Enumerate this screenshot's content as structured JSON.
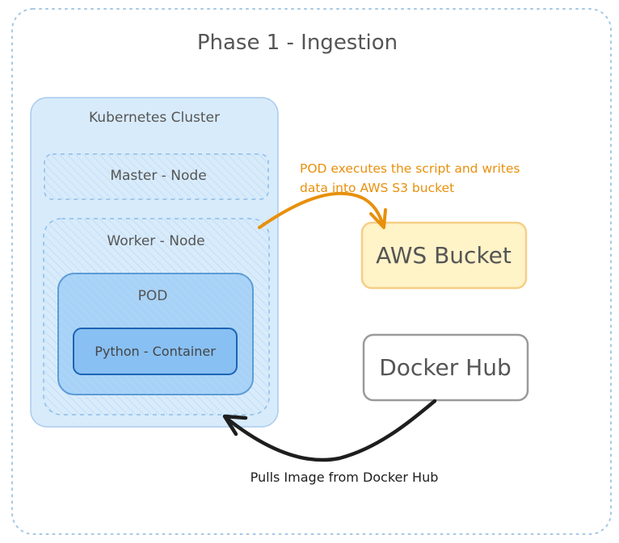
{
  "phase": {
    "title": "Phase 1 - Ingestion"
  },
  "cluster": {
    "title": "Kubernetes Cluster",
    "master_node": "Master - Node",
    "worker_node": "Worker - Node",
    "pod": "POD",
    "container": "Python - Container"
  },
  "aws_bucket": {
    "label": "AWS Bucket"
  },
  "docker_hub": {
    "label": "Docker Hub"
  },
  "annotations": {
    "pod_writes_line1": "POD executes the script and writes",
    "pod_writes_line2": "data into AWS S3 bucket",
    "pulls_image": "Pulls Image from Docker Hub"
  },
  "colors": {
    "frame_border": "#a5c8e4",
    "cluster_fill": "#d8ebfb",
    "cluster_border": "#a8cbed",
    "node_border": "#8ebde8",
    "pod_fill": "#a9d3f7",
    "pod_border": "#5b9bd5",
    "container_fill": "#88c0f3",
    "container_border": "#1c64b5",
    "aws_fill": "#fff3c8",
    "aws_border": "#f5cf86",
    "docker_border": "#9a9a9a",
    "orange_arrow": "#e8900c",
    "black_arrow": "#1e1e1e",
    "text_dark": "#555555"
  }
}
